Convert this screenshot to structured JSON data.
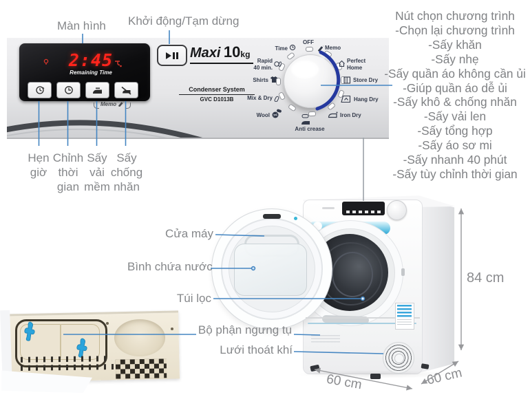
{
  "top_labels": {
    "screen": "Màn hình",
    "start_pause": "Khởi động/Tạm dừng"
  },
  "display": {
    "time": "2:45",
    "caption": "Remaining Time"
  },
  "memo_tag": "Memo",
  "branding": {
    "maxi": "Maxi",
    "capacity": "10",
    "unit": "kg",
    "system": "Condenser System",
    "model": "GVC D1013B"
  },
  "dial": {
    "programs": [
      {
        "label": "Time"
      },
      {
        "label": "OFF"
      },
      {
        "label": "Memo"
      },
      {
        "line1": "Rapid",
        "line2": "40 min."
      },
      {
        "line1": "Perfect",
        "line2": "Home"
      },
      {
        "label": "Shirts"
      },
      {
        "label": "Store Dry"
      },
      {
        "label": "Mix & Dry"
      },
      {
        "label": "Hang Dry"
      },
      {
        "label": "Wool"
      },
      {
        "label": "Iron Dry"
      },
      {
        "label": "Anti crease"
      }
    ]
  },
  "right_column": {
    "lines": [
      "Nút chọn chương trình",
      "-Chọn lại chương trình",
      "-Sấy khăn",
      "-Sấy nhẹ",
      "-Sấy quần áo không cần ủi",
      "-Giúp quần áo dễ ủi",
      "-Sấy khô & chống nhăn",
      "-Sấy vải len",
      "-Sấy tổng hợp",
      "-Sấy áo sơ mi",
      "-Sấy nhanh 40 phút",
      "-Sấy tùy chỉnh thời gian"
    ]
  },
  "button_labels": {
    "c1l1": "Hẹn",
    "c1l2": "giờ",
    "c2l1": "Chỉnh",
    "c2l2": "thời",
    "c2l3": "gian",
    "c3l1": "Sấy",
    "c3l2": "vải",
    "c3l3": "mềm",
    "c4l1": "Sấy",
    "c4l2": "chống",
    "c4l3": "nhăn"
  },
  "callouts": {
    "door": "Cửa máy",
    "water_tank": "Bình chứa nước",
    "filter": "Túi lọc",
    "condenser": "Bộ phận ngưng tụ",
    "vent": "Lưới thoát khí"
  },
  "dimensions": {
    "height": "84 cm",
    "width": "60 cm",
    "depth": "60 cm"
  },
  "colors": {
    "callout_blue": "#4586c2",
    "label_gray": "#85878a",
    "dial_navy": "#333a4a",
    "display_red": "#ff241c",
    "arc_blue": "#25399f"
  }
}
